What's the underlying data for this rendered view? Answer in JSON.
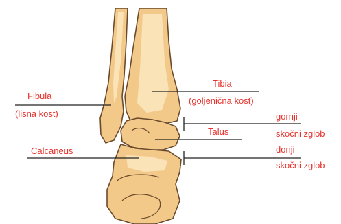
{
  "colors": {
    "bone_fill": "#f3c98a",
    "bone_light": "#fbe3b8",
    "bone_outline": "#6b4a2c",
    "label_red": "#e8322d",
    "leader_line": "#222222"
  },
  "labels": {
    "fibula": {
      "name": "Fibula",
      "translation": "(lisna kost)"
    },
    "tibia": {
      "name": "Tibia",
      "translation": "(goljenična kost)"
    },
    "talus": {
      "name": "Talus"
    },
    "calcaneus": {
      "name": "Calcaneus"
    },
    "upper_joint": {
      "line1": "gornji",
      "line2": "skočni zglob"
    },
    "lower_joint": {
      "line1": "donji",
      "line2": "skočni zglob"
    }
  }
}
